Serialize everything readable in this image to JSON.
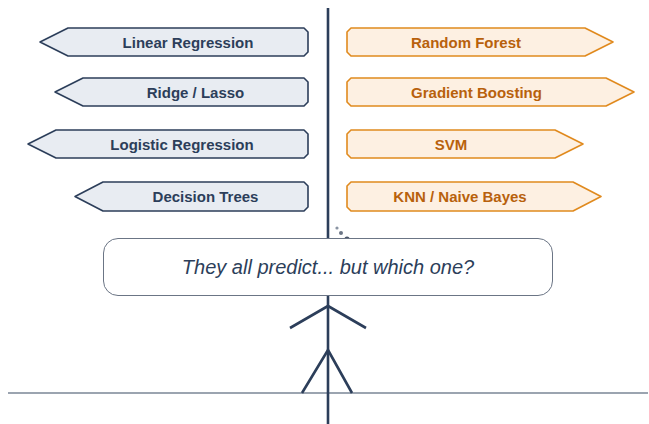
{
  "diagram": {
    "nodes": [
      {
        "text": [
          "Linear Regression"
        ]
      },
      {
        "text": [
          "Ridge / Lasso"
        ]
      },
      {
        "text": [
          "Logistic Regression"
        ]
      },
      {
        "text": [
          "Decision Trees"
        ]
      },
      {
        "text": [
          "Random Forest"
        ]
      },
      {
        "text": [
          "Gradient Boosting"
        ]
      },
      {
        "text": [
          "SVM"
        ]
      },
      {
        "text": [
          "KNN / Naive Bayes"
        ]
      },
      {
        "text": [
          "They all predict... but which one?"
        ]
      }
    ]
  }
}
